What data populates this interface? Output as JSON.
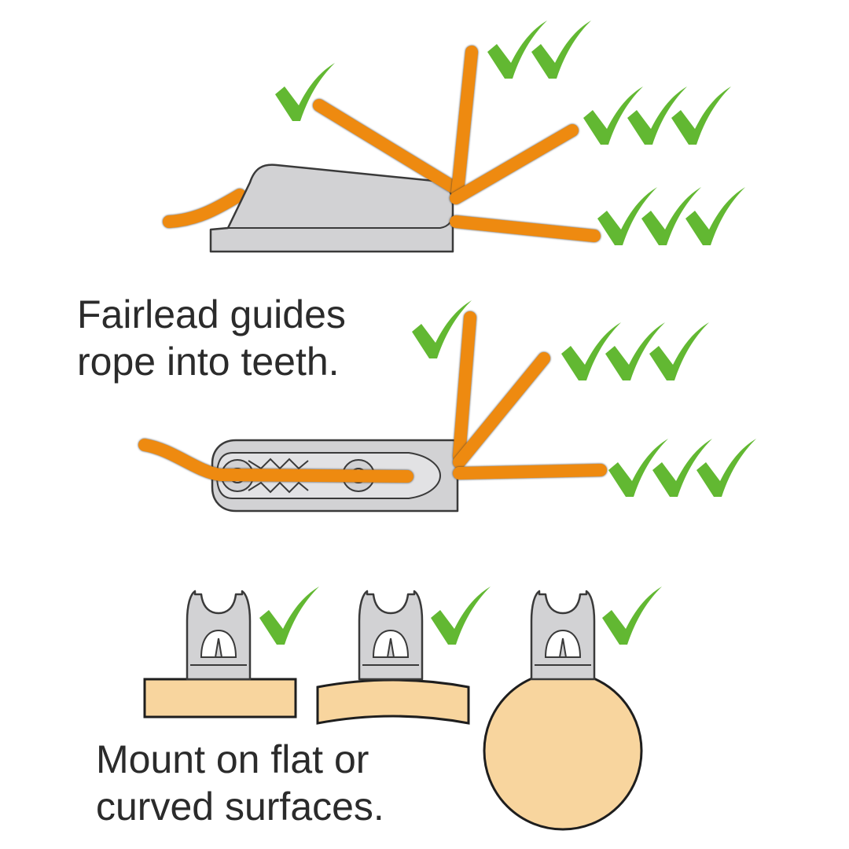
{
  "captions": {
    "fairlead": {
      "line1": "Fairlead guides",
      "line2": "rope into teeth."
    },
    "mount": {
      "line1": "Mount on flat or",
      "line2": "curved surfaces."
    }
  },
  "checkmarks": {
    "side_view": [
      1,
      2,
      3,
      3
    ],
    "top_view": [
      1,
      3,
      3
    ],
    "mount_view": [
      1,
      1,
      1
    ]
  },
  "colors": {
    "rope": "#ee8a10",
    "rope_outline": "#3a3a3a",
    "cleat": "#d2d2d4",
    "cleat_outline": "#3a3a3a",
    "check": "#62b832",
    "surface": "#f8d59e",
    "text": "#2b2b2b"
  },
  "icons": {
    "check": "check-icon"
  }
}
